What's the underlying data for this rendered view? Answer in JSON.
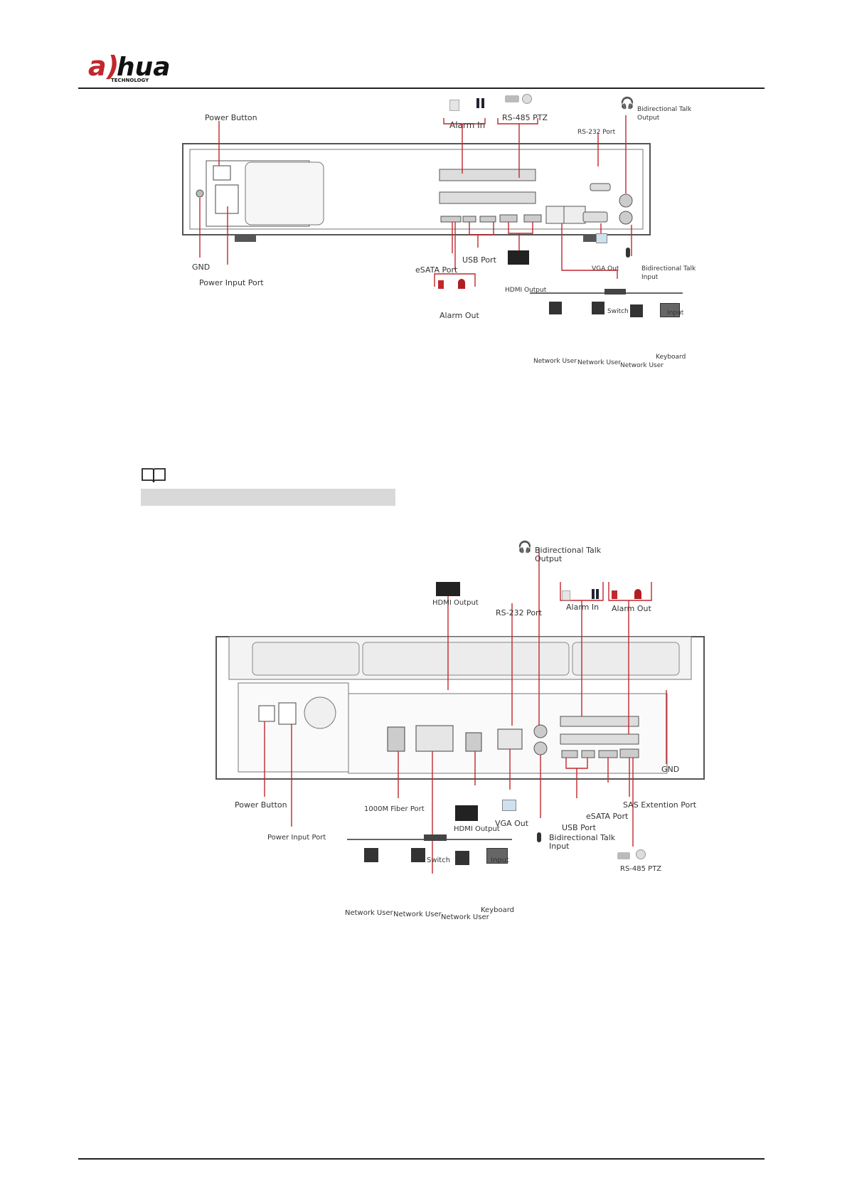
{
  "header": {
    "logo_text": "alhua",
    "logo_sub": "TECHNOLOGY"
  },
  "figure1": {
    "labels": {
      "power_button": "Power Button",
      "alarm_in": "Alarm In",
      "rs485_ptz": "RS-485 PTZ",
      "bidir_talk_output": "Bidirectional Talk\nOutput",
      "rs232_port": "RS-232 Port",
      "gnd": "GND",
      "power_input_port": "Power Input Port",
      "esata_port": "eSATA Port",
      "usb_port": "USB Port",
      "hdmi_output": "HDMI Output",
      "vga_out": "VGA Out",
      "bidir_talk_input": "Bidirectional Talk\nInput",
      "alarm_out": "Alarm Out",
      "switch": "Switch",
      "input": "Input",
      "network_user": "Network User",
      "keyboard": "Keyboard"
    }
  },
  "figure2": {
    "labels": {
      "bidir_talk_output": "Bidirectional Talk\nOutput",
      "hdmi_output_top": "HDMI Output",
      "rs232_port": "RS-232 Port",
      "alarm_in": "Alarm In",
      "alarm_out": "Alarm Out",
      "gnd": "GND",
      "power_button": "Power Button",
      "fiber_port": "1000M Fiber Port",
      "sas_extention_port": "SAS Extention Port",
      "esata_port": "eSATA Port",
      "hdmi_output_bottom": "HDMI Output",
      "vga_out": "VGA Out",
      "usb_port": "USB Port",
      "bidir_talk_input": "Bidirectional Talk\nInput",
      "power_input_port": "Power Input Port",
      "switch": "Switch",
      "input": "Input",
      "rs485_ptz": "RS-485 PTZ",
      "network_user": "Network User",
      "keyboard": "Keyboard"
    }
  },
  "colors": {
    "accent_red": "#c2272d",
    "line": "#333333",
    "note_bar": "#d9d9d9"
  },
  "icons": {
    "note": "book-icon"
  }
}
